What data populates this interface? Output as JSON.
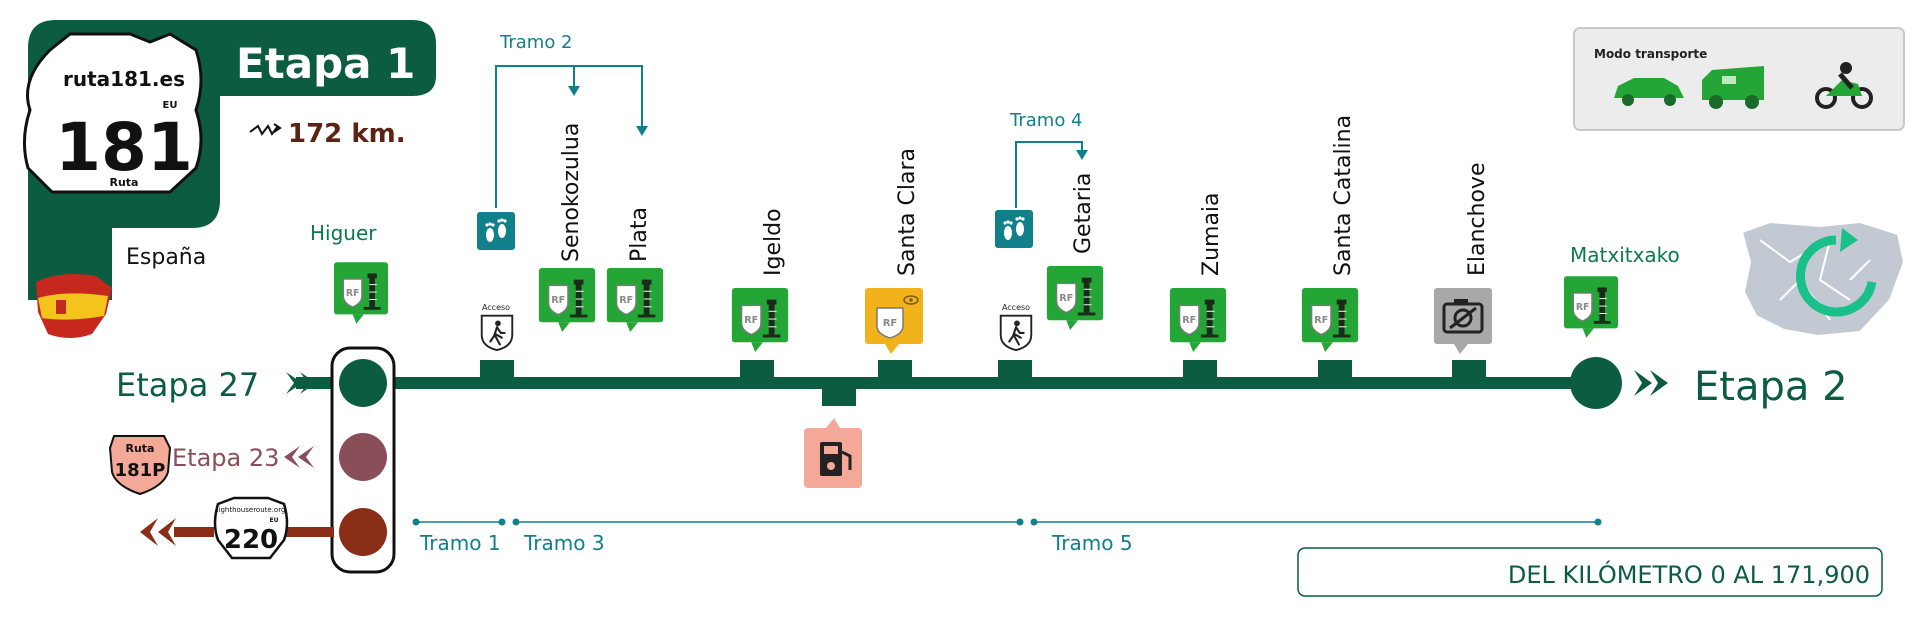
{
  "header": {
    "shield_site": "ruta181.es",
    "shield_eu": "EU",
    "shield_number": "181",
    "shield_sub": "Ruta",
    "stage_title": "Etapa 1",
    "distance": "172 km.",
    "country": "España"
  },
  "transport": {
    "title": "Modo transporte",
    "modes": [
      "car-icon",
      "camper-icon",
      "motorcycle-icon"
    ]
  },
  "route": {
    "prev_stage": "Etapa 27",
    "next_stage": "Etapa 2",
    "alt_stage": "Etapa 23",
    "alt_route_top": "Ruta",
    "alt_route_number": "181P",
    "lighthouse_site": "lighthouseroute.org",
    "lighthouse_eu": "EU",
    "lighthouse_number": "220",
    "start_point": "Higuer",
    "end_point": "Matxitxako",
    "access_label": "Acceso",
    "stops": [
      {
        "name": "Senokozulua",
        "kind": "lighthouse"
      },
      {
        "name": "Plata",
        "kind": "lighthouse"
      },
      {
        "name": "Igeldo",
        "kind": "lighthouse"
      },
      {
        "name": "Santa Clara",
        "kind": "viewpoint"
      },
      {
        "name": "Getaria",
        "kind": "lighthouse"
      },
      {
        "name": "Zumaia",
        "kind": "lighthouse"
      },
      {
        "name": "Santa Catalina",
        "kind": "lighthouse"
      },
      {
        "name": "Elanchove",
        "kind": "no-photo"
      }
    ],
    "tramos": {
      "t1": "Tramo 1",
      "t2": "Tramo 2",
      "t3": "Tramo 3",
      "t4": "Tramo 4",
      "t5": "Tramo 5"
    },
    "km_range": "DEL KILÓMETRO 0 AL 171,900"
  },
  "colors": {
    "dark_green": "#0c5c42",
    "bright_green": "#23a636",
    "teal": "#12808a",
    "maroon": "#8a4e58",
    "brown": "#8a2e18",
    "salmon": "#f4a898",
    "amber": "#f2b21c"
  }
}
